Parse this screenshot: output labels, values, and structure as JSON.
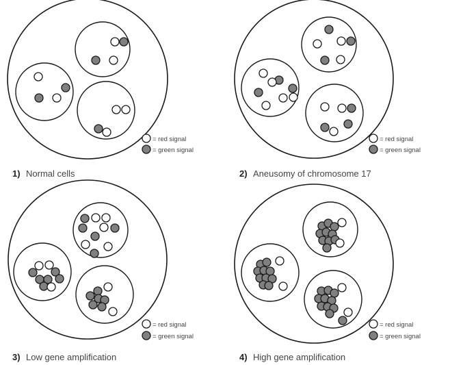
{
  "colors": {
    "outline": "#1a1a1a",
    "red_signal_fill": "#ffffff",
    "green_signal_fill": "#808080",
    "caption_number": "#222222",
    "caption_text": "#444444"
  },
  "legend": {
    "red_label": "= red signal",
    "green_label": "= green signal"
  },
  "panels": [
    {
      "id": "normal",
      "number": "1)",
      "label": "Normal cells"
    },
    {
      "id": "aneusomy",
      "number": "2)",
      "label": "Aneusomy of chromosome 17"
    },
    {
      "id": "low-amp",
      "number": "3)",
      "label": "Low gene amplification"
    },
    {
      "id": "high-amp",
      "number": "4)",
      "label": "High gene amplification"
    }
  ]
}
